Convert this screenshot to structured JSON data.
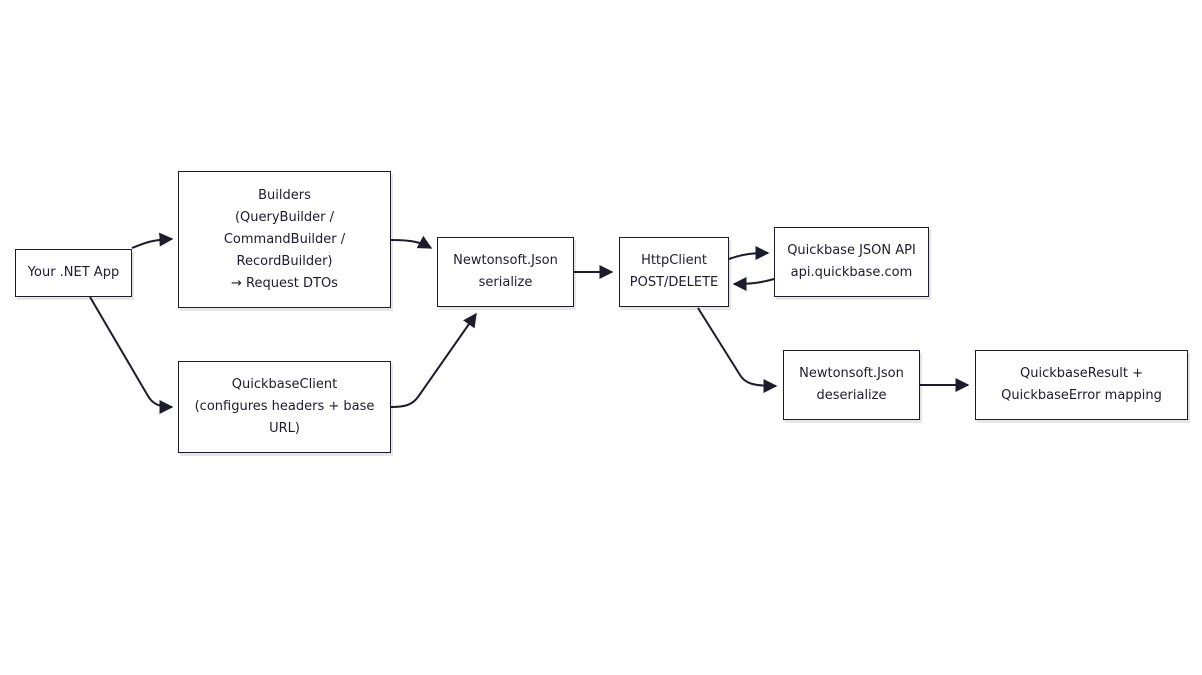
{
  "nodes": {
    "app": {
      "lines": [
        "Your .NET App"
      ]
    },
    "builders": {
      "lines": [
        "Builders",
        "(QueryBuilder /",
        "CommandBuilder /",
        "RecordBuilder)",
        "→ Request DTOs"
      ]
    },
    "client": {
      "lines": [
        "QuickbaseClient",
        "(configures headers + base",
        "URL)"
      ]
    },
    "serialize": {
      "lines": [
        "Newtonsoft.Json",
        "serialize"
      ]
    },
    "http": {
      "lines": [
        "HttpClient",
        "POST/DELETE"
      ]
    },
    "api": {
      "lines": [
        "Quickbase JSON API",
        "api.quickbase.com"
      ]
    },
    "deserialize": {
      "lines": [
        "Newtonsoft.Json",
        "deserialize"
      ]
    },
    "result": {
      "lines": [
        "QuickbaseResult +",
        "QuickbaseError mapping"
      ]
    }
  }
}
